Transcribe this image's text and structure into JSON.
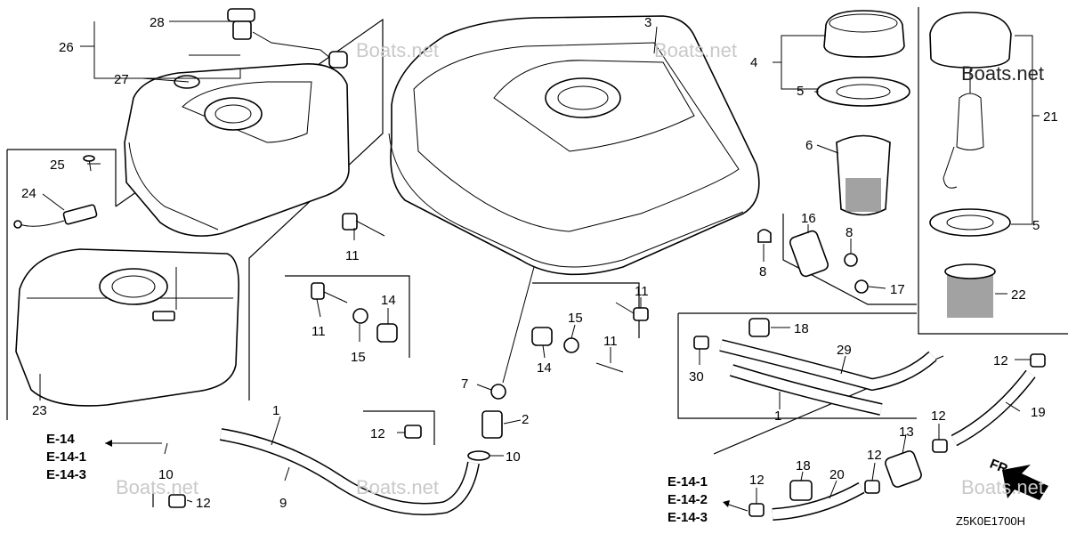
{
  "diagram_code": "Z5K0E1700H",
  "watermark": "Boats.net",
  "direction_label": "FR.",
  "callouts": {
    "c1a": "1",
    "c1b": "1",
    "c2": "2",
    "c3": "3",
    "c4": "4",
    "c5a": "5",
    "c5b": "5",
    "c6": "6",
    "c7": "7",
    "c8a": "8",
    "c8b": "8",
    "c9": "9",
    "c10a": "10",
    "c10b": "10",
    "c11a": "11",
    "c11b": "11",
    "c11c": "11",
    "c11d": "11",
    "c12a": "12",
    "c12b": "12",
    "c12c": "12",
    "c12d": "12",
    "c12e": "12",
    "c12f": "12",
    "c13": "13",
    "c14a": "14",
    "c14b": "14",
    "c15a": "15",
    "c15b": "15",
    "c16": "16",
    "c17": "17",
    "c18a": "18",
    "c18b": "18",
    "c19": "19",
    "c20": "20",
    "c21": "21",
    "c22": "22",
    "c23": "23",
    "c24": "24",
    "c25": "25",
    "c26": "26",
    "c27": "27",
    "c28": "28",
    "c29": "29",
    "c30": "30"
  },
  "refs_left": [
    "E-14",
    "E-14-1",
    "E-14-3"
  ],
  "refs_right": [
    "E-14-1",
    "E-14-2",
    "E-14-3"
  ]
}
